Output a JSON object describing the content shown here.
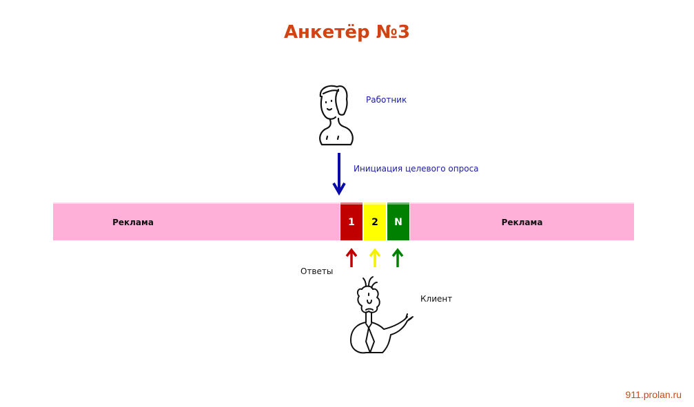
{
  "title": "Анкетёр №3",
  "actors": {
    "worker": {
      "label": "Работник",
      "icon": "worker-sketch-icon"
    },
    "client": {
      "label": "Клиент",
      "icon": "client-sketch-icon"
    }
  },
  "flow": {
    "initiation_label": "Инициация целевого опроса",
    "answers_label": "Ответы"
  },
  "strip": {
    "left_label": "Реклама",
    "right_label": "Реклама",
    "options": [
      {
        "label": "1",
        "color": "#c00000"
      },
      {
        "label": "2",
        "color": "#ffff00"
      },
      {
        "label": "N",
        "color": "#008000"
      }
    ]
  },
  "colors": {
    "title": "#d04414",
    "worker_text": "#1a1aa0",
    "arrow_down": "#0a0aa8",
    "ad_background": "#ffb0d8"
  },
  "footer": {
    "site": "911.prolan.ru"
  }
}
